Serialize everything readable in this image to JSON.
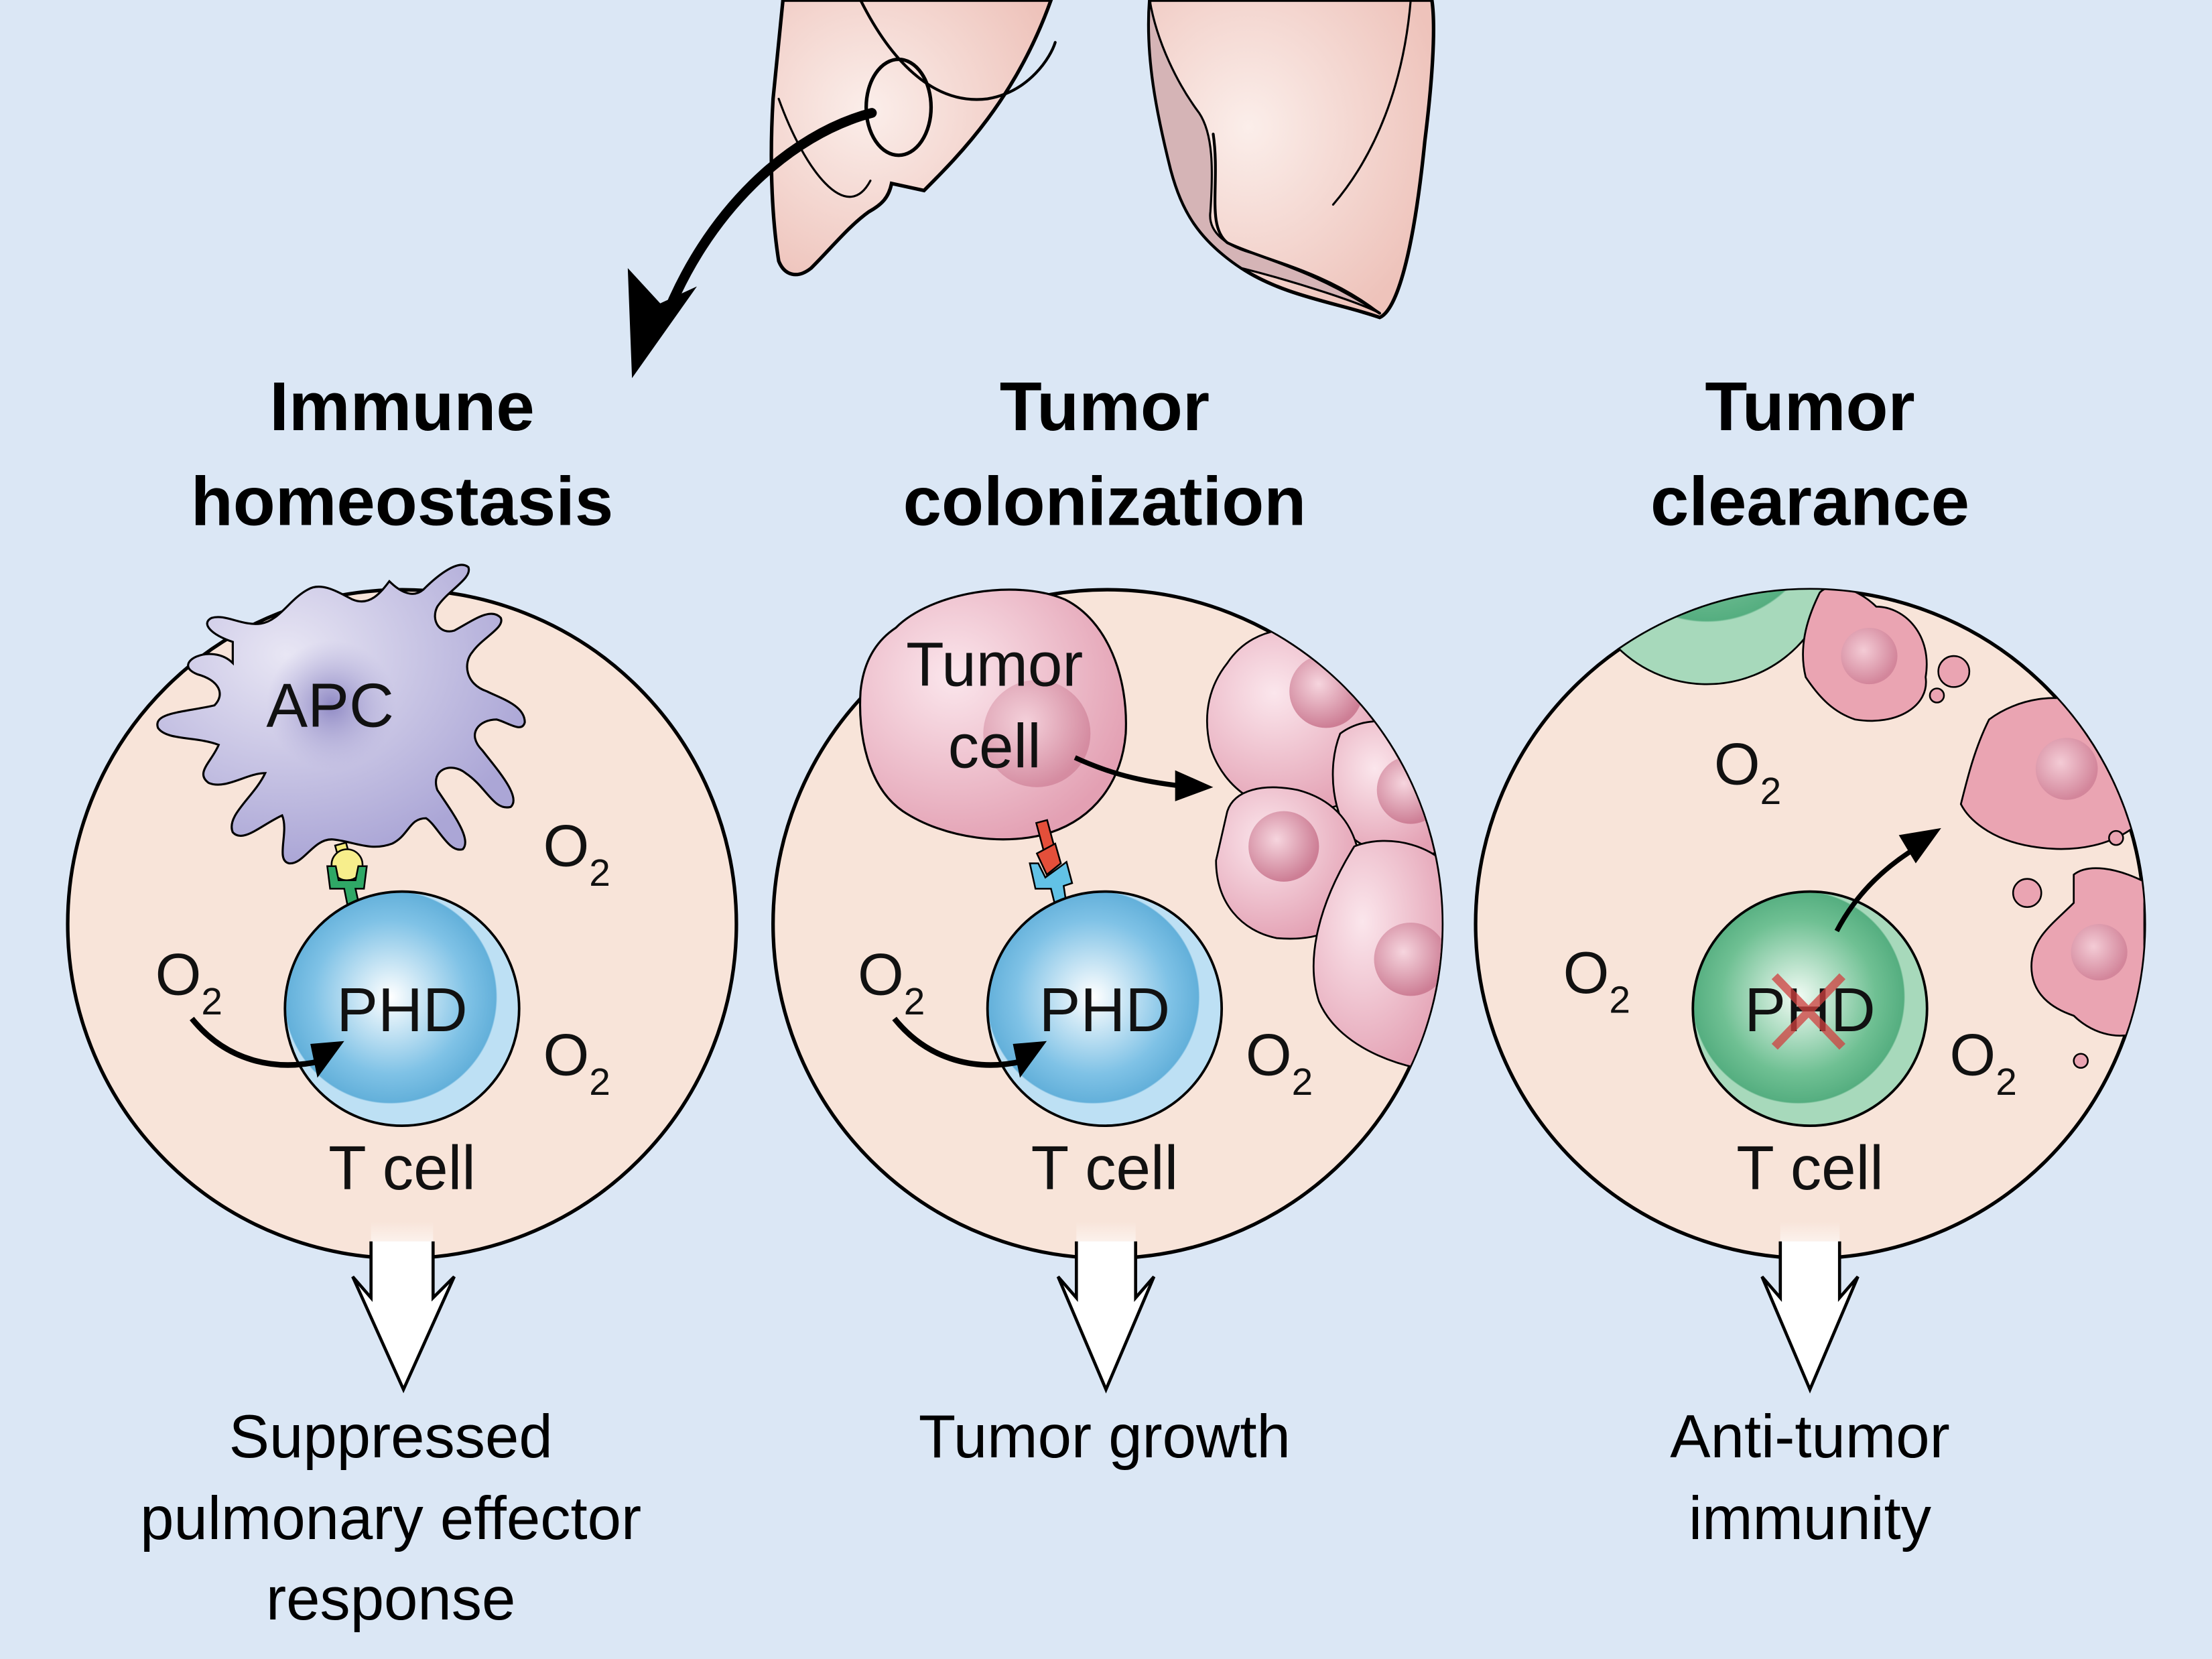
{
  "colors": {
    "background": "#dbe7f5",
    "panel_fill": "#f8e4d9",
    "lung": "#f2d0c8",
    "lung_shadow": "#d5b4b6",
    "apc": "#b5b1db",
    "tcell_blue": "#6ab4dc",
    "tcell_green": "#5db585",
    "tumor_pink": "#e8a7b8",
    "inhibit_x": "#d0403f"
  },
  "panels": [
    {
      "title_line1": "Immune",
      "title_line2": "homeostasis",
      "partner_cell": "APC",
      "tcell_enzyme": "PHD",
      "tcell_label": "T cell",
      "o2": [
        "O",
        "2"
      ],
      "outcome_lines": [
        "Suppressed",
        "pulmonary effector",
        "response"
      ]
    },
    {
      "title_line1": "Tumor",
      "title_line2": "colonization",
      "partner_cell_line1": "Tumor",
      "partner_cell_line2": "cell",
      "tcell_enzyme": "PHD",
      "tcell_label": "T cell",
      "o2": [
        "O",
        "2"
      ],
      "outcome_lines": [
        "Tumor growth"
      ]
    },
    {
      "title_line1": "Tumor",
      "title_line2": "clearance",
      "tcell_enzyme": "PHD",
      "tcell_enzyme_state": "inhibited",
      "tcell_label": "T cell",
      "o2": [
        "O",
        "2"
      ],
      "outcome_lines": [
        "Anti-tumor",
        "immunity"
      ]
    }
  ],
  "icons": {
    "lungs": "lungs-illustration",
    "zoom_arrow": "curved-arrow",
    "outcome_arrow": "hollow-down-arrow",
    "inhibit": "red-x-icon"
  }
}
